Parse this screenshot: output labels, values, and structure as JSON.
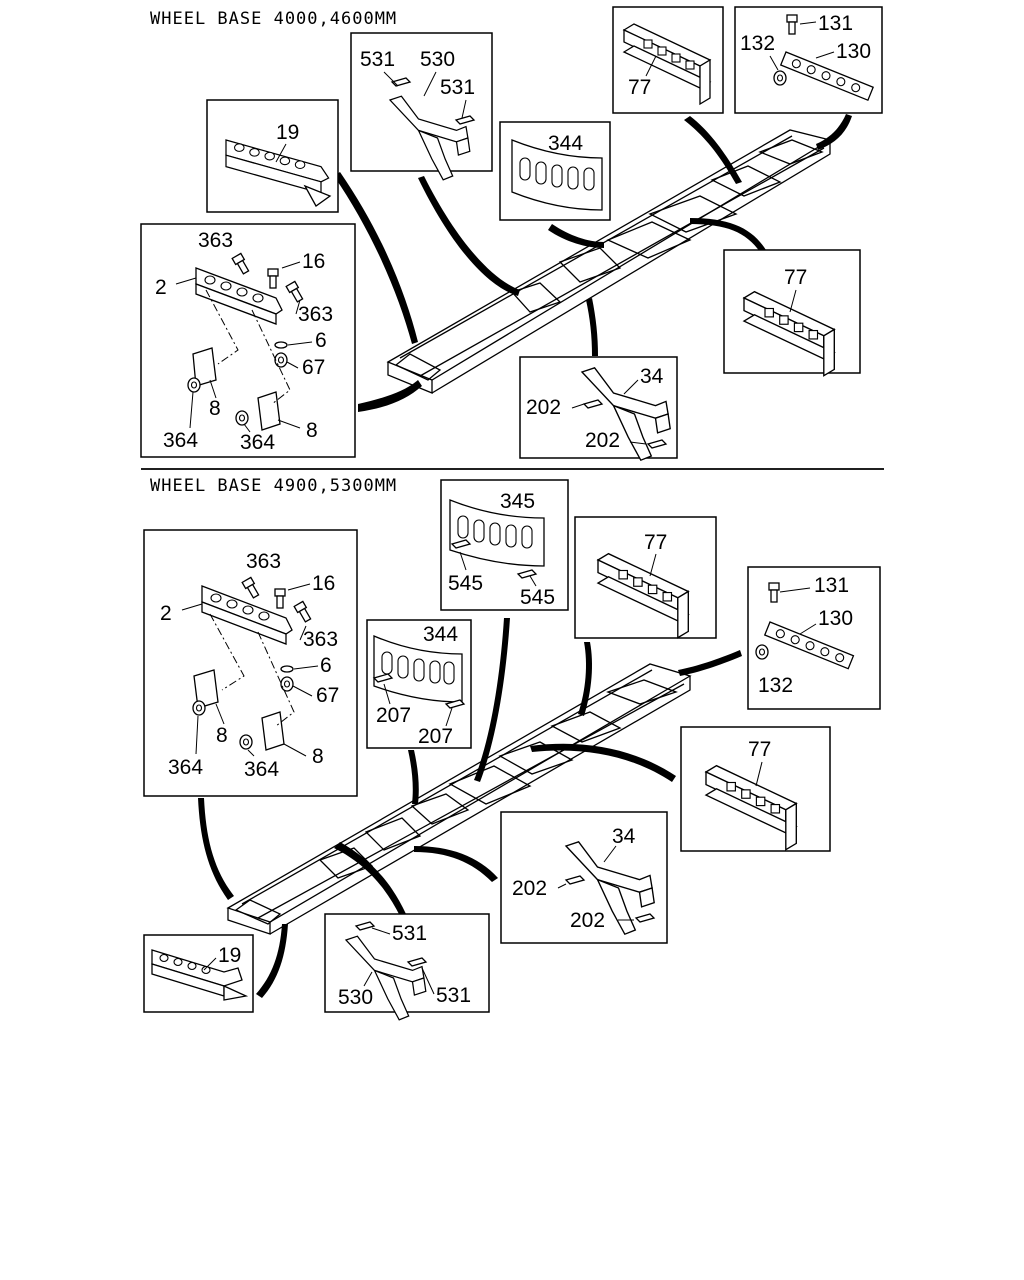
{
  "sections": [
    {
      "title": "WHEEL BASE 4000,4600MM",
      "callouts": {
        "b19": [
          "19"
        ],
        "b530": [
          "531",
          "530",
          "531"
        ],
        "b344": [
          "344"
        ],
        "b77a": [
          "77"
        ],
        "b131": [
          "131",
          "132",
          "130"
        ],
        "b2": [
          "363",
          "16",
          "2",
          "363",
          "6",
          "67",
          "8",
          "364",
          "364",
          "8"
        ],
        "b77b": [
          "77"
        ],
        "b34": [
          "34",
          "202",
          "202"
        ]
      }
    },
    {
      "title": "WHEEL BASE 4900,5300MM",
      "callouts": {
        "b345": [
          "345",
          "545",
          "545"
        ],
        "b77a": [
          "77"
        ],
        "b131": [
          "131",
          "130",
          "132"
        ],
        "b2": [
          "363",
          "16",
          "2",
          "363",
          "6",
          "67",
          "8",
          "364",
          "364",
          "8"
        ],
        "b344": [
          "344",
          "207",
          "207"
        ],
        "b77b": [
          "77"
        ],
        "b34": [
          "34",
          "202",
          "202"
        ],
        "b19": [
          "19"
        ],
        "b530": [
          "531",
          "530",
          "531"
        ]
      }
    }
  ]
}
